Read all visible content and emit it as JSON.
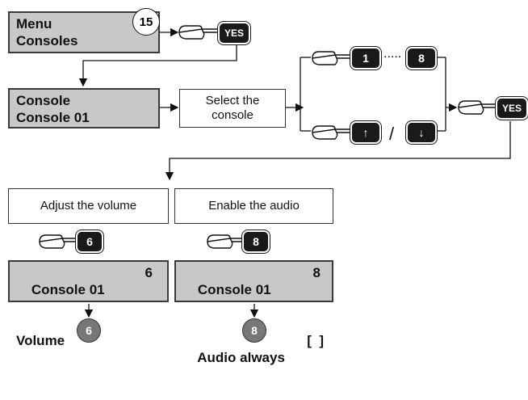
{
  "menu_lcd": {
    "line1": "Menu",
    "line2": "Consoles"
  },
  "step_ref": "15",
  "yes_key": "YES",
  "console_lcd": {
    "line1": "Console",
    "line2": "Console 01"
  },
  "select_box": {
    "text": "Select the console"
  },
  "key_first": "1",
  "key_range_dots": ".....",
  "key_last": "8",
  "slash": "/",
  "adjust_box": {
    "text": "Adjust the volume"
  },
  "enable_box": {
    "text": "Enable the audio"
  },
  "key_volume": "6",
  "key_audio": "8",
  "volume_lcd": {
    "line1": "Console 01",
    "line1_right": "6",
    "line2": "Volume"
  },
  "audio_lcd": {
    "line1": "Console 01",
    "line1_right": "8",
    "line2": "Audio always",
    "line2_right": "[  ]"
  },
  "result_volume": "6",
  "result_audio": "8",
  "icons": {
    "hand": "pointing-hand-icon",
    "up": "arrow-up-icon",
    "down": "arrow-down-icon"
  }
}
